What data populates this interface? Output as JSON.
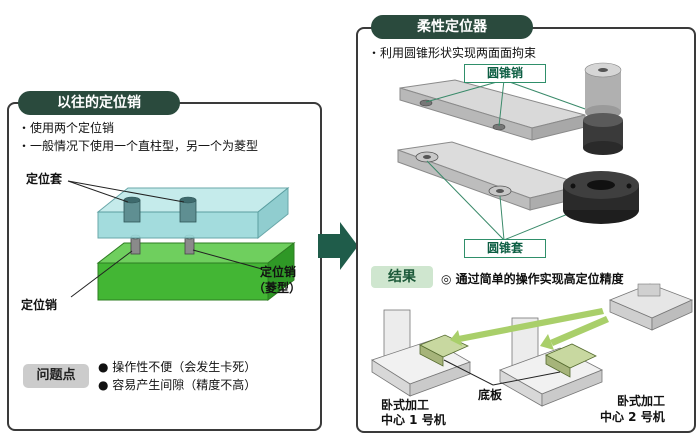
{
  "left": {
    "title": "以往的定位销",
    "bullets": [
      "・使用两个定位销",
      "・一般情况下使用一个直柱型，另一个为菱型"
    ],
    "label_sleeve": "定位套",
    "label_pin": "定位销",
    "label_diamond_pin_1": "定位销",
    "label_diamond_pin_2": "（菱型）",
    "problem_tag": "问题点",
    "problems": [
      "● 操作性不便（会发生卡死）",
      "● 容易产生间隙（精度不高）"
    ]
  },
  "right": {
    "title": "柔性定位器",
    "bullet": "・利用圆锥形状实现两面面拘束",
    "cone_pin_label": "圆锥销",
    "cone_sleeve_label": "圆锥套",
    "result_tag": "结果",
    "result_text": "◎ 通过简单的操作实现高定位精度",
    "machine1_1": "卧式加工",
    "machine1_2": "中心 1 号机",
    "machine2_1": "卧式加工",
    "machine2_2": "中心 2 号机",
    "base_plate": "底板"
  },
  "colors": {
    "title_pill": "#2a4a3d",
    "arrow": "#1f5c4a",
    "result_tag_bg": "#cfe6cf",
    "problem_tag_bg": "#cccccc",
    "green_arrow": "#a9cf6a"
  }
}
